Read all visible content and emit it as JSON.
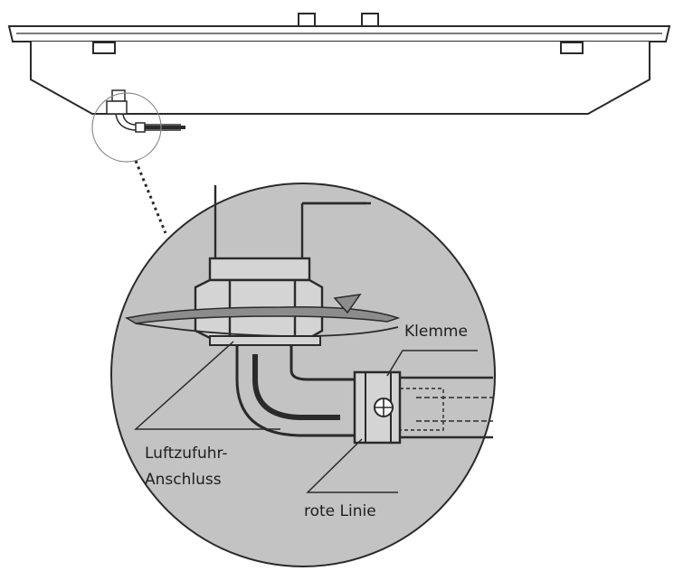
{
  "labels": {
    "klemme": "Klemme",
    "luftzufuhr_line1": "Luftzufuhr-",
    "luftzufuhr_line2": "Anschluss",
    "rote_linie": "rote Linie"
  },
  "colors": {
    "line": "#2a2a2a",
    "callout_fill": "#c3c3c3",
    "nut_fill": "#d4d4d4",
    "arrow_fill": "#8c8c8c",
    "background": "#ffffff"
  },
  "icons": [
    "rotation-arrow-icon",
    "screw-icon"
  ]
}
